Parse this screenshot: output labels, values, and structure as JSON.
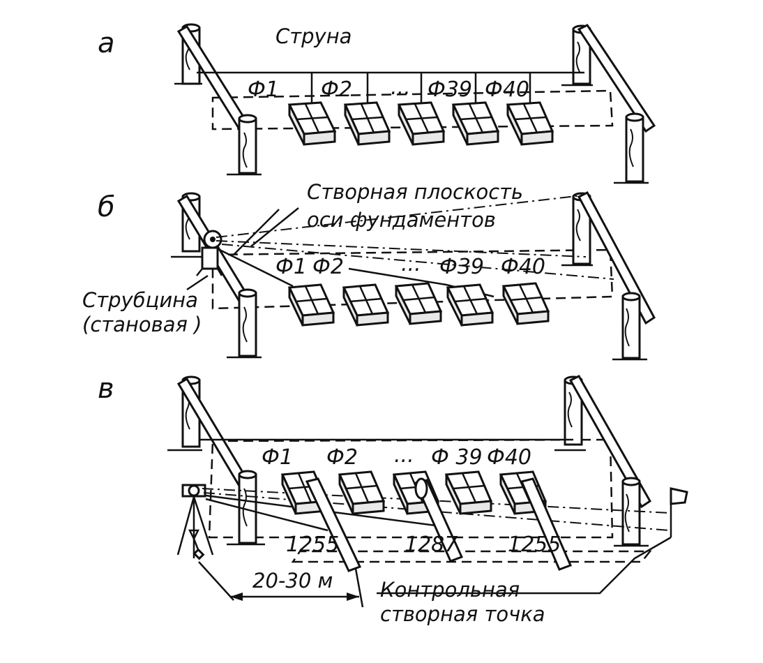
{
  "panels": [
    {
      "letter": "а",
      "string_label": "Струна",
      "foundations": [
        "Ф1",
        "Ф2",
        "...",
        "Ф39",
        "Ф40"
      ]
    },
    {
      "letter": "б",
      "plane_label_line1": "Створная плоскость",
      "plane_label_line2": "оси фундаментов",
      "clamp_label_line1": "Струбцина",
      "clamp_label_line2": "(становая )",
      "foundations": [
        "Ф1",
        "Ф2",
        "...",
        "Ф39",
        "Ф40"
      ]
    },
    {
      "letter": "в",
      "foundations": [
        "Ф1",
        "Ф2",
        "...",
        "Ф 39",
        "Ф40"
      ],
      "staff_readings": [
        "1255",
        "1287",
        "1255"
      ],
      "distance_label": "20-30 м",
      "control_label_line1": "Контрольная",
      "control_label_line2": "створная точка"
    }
  ]
}
